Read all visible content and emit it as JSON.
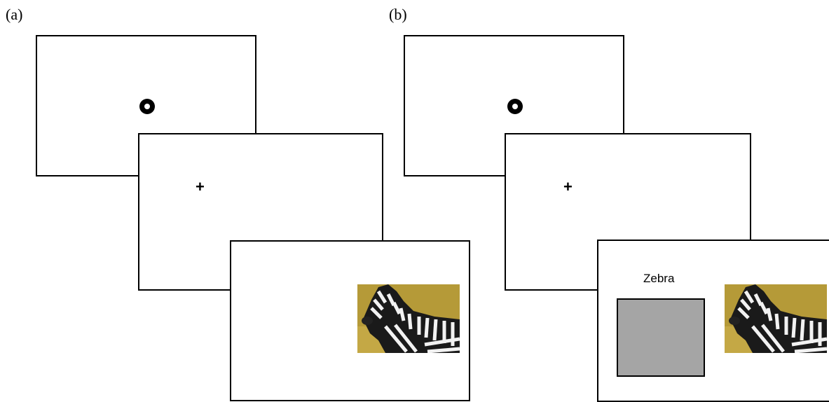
{
  "panels": [
    {
      "label": "(a)",
      "fixation_symbol": "+",
      "target_icon": "bullseye-dot-icon",
      "image_icon": "zebra-photo-icon"
    },
    {
      "label": "(b)",
      "fixation_symbol": "+",
      "target_icon": "bullseye-dot-icon",
      "image_icon": "zebra-photo-icon",
      "word": "Zebra",
      "box_color": "#a5a5a5"
    }
  ]
}
